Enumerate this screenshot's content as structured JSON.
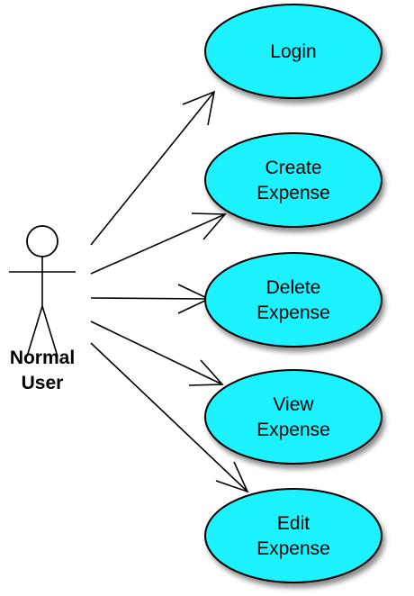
{
  "actor": {
    "name_line1": "Normal",
    "name_line2": "User"
  },
  "use_cases": [
    {
      "id": "login",
      "line1": "Login",
      "line2": ""
    },
    {
      "id": "create",
      "line1": "Create",
      "line2": "Expense"
    },
    {
      "id": "delete",
      "line1": "Delete",
      "line2": "Expense"
    },
    {
      "id": "view",
      "line1": "View",
      "line2": "Expense"
    },
    {
      "id": "edit",
      "line1": "Edit",
      "line2": "Expense"
    }
  ],
  "colors": {
    "use_case_fill": "#1ef2fe",
    "stroke": "#000000",
    "background": "#ffffff"
  }
}
